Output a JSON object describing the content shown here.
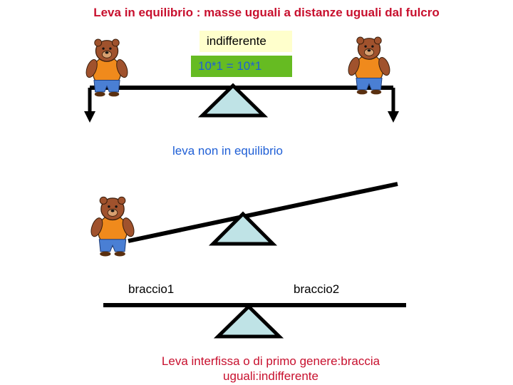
{
  "title": "Leva in equilibrio : masse uguali a distanze uguali dal fulcro",
  "top_lever": {
    "state_label": "indifferente",
    "equation": "10*1 = 10*1"
  },
  "middle_lever": {
    "label": "leva non in equilibrio"
  },
  "bottom_lever": {
    "arm1_label": "braccio1",
    "arm2_label": "braccio2",
    "caption": "Leva interfissa o di primo genere:braccia uguali:indifferente"
  },
  "colors": {
    "title_red": "#c8102e",
    "text_blue": "#1f5fd6",
    "label_box_yellow": "#ffffcc",
    "equation_box_green": "#66bb22",
    "fulcrum_fill": "#bfe3e6",
    "bear_orange": "#f08a1c",
    "bear_brown": "#a0522d",
    "bear_blue": "#4a7fd4"
  }
}
